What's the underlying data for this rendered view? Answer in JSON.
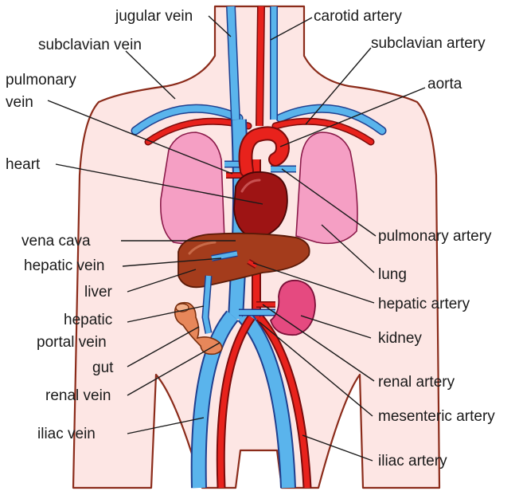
{
  "labels": {
    "jugular_vein": "jugular vein",
    "carotid_artery": "carotid artery",
    "subclavian_vein": "subclavian vein",
    "subclavian_artery": "subclavian artery",
    "pulmonary_vein_line1": "pulmonary",
    "pulmonary_vein_line2": "vein",
    "aorta": "aorta",
    "heart": "heart",
    "pulmonary_artery": "pulmonary artery",
    "vena_cava": "vena cava",
    "lung": "lung",
    "hepatic_vein": "hepatic vein",
    "liver": "liver",
    "hepatic_artery": "hepatic artery",
    "hepatic_portal_vein_line1": "hepatic",
    "hepatic_portal_vein_line2": "portal vein",
    "kidney": "kidney",
    "gut": "gut",
    "renal_artery": "renal artery",
    "renal_vein": "renal vein",
    "mesenteric_artery": "mesenteric artery",
    "iliac_vein": "iliac vein",
    "iliac_artery": "iliac artery"
  },
  "colors": {
    "skin": "#fde6e4",
    "body_outline": "#8b2b1a",
    "vein": "#5ab4ec",
    "artery": "#e8221c",
    "vessel_outline": "#1f3f8f",
    "lung": "#f59fc4",
    "heart": "#9e1414",
    "liver": "#a43c1c",
    "kidney": "#e54a80",
    "gut": "#e7875a"
  }
}
